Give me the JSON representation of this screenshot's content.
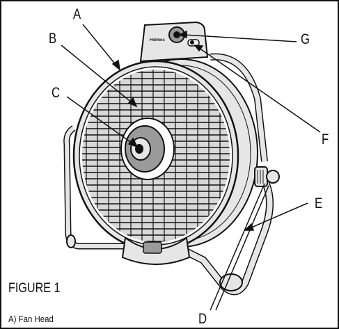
{
  "figure_title": "FIGURE 1",
  "parts": [
    {
      "letter": "A",
      "name": "Fan Head"
    }
  ],
  "callouts": {
    "a": "A",
    "b": "B",
    "c": "C",
    "d": "D",
    "e": "E",
    "f": "F",
    "g": "G"
  },
  "part_a_label": "A) Fan Head",
  "brand": "Holmes",
  "colors": {
    "ink": "#111111",
    "frame_fill": "#e6e6e6",
    "grille_fill": "#d8d8d8",
    "hub_fill": "#9a9a9a"
  }
}
